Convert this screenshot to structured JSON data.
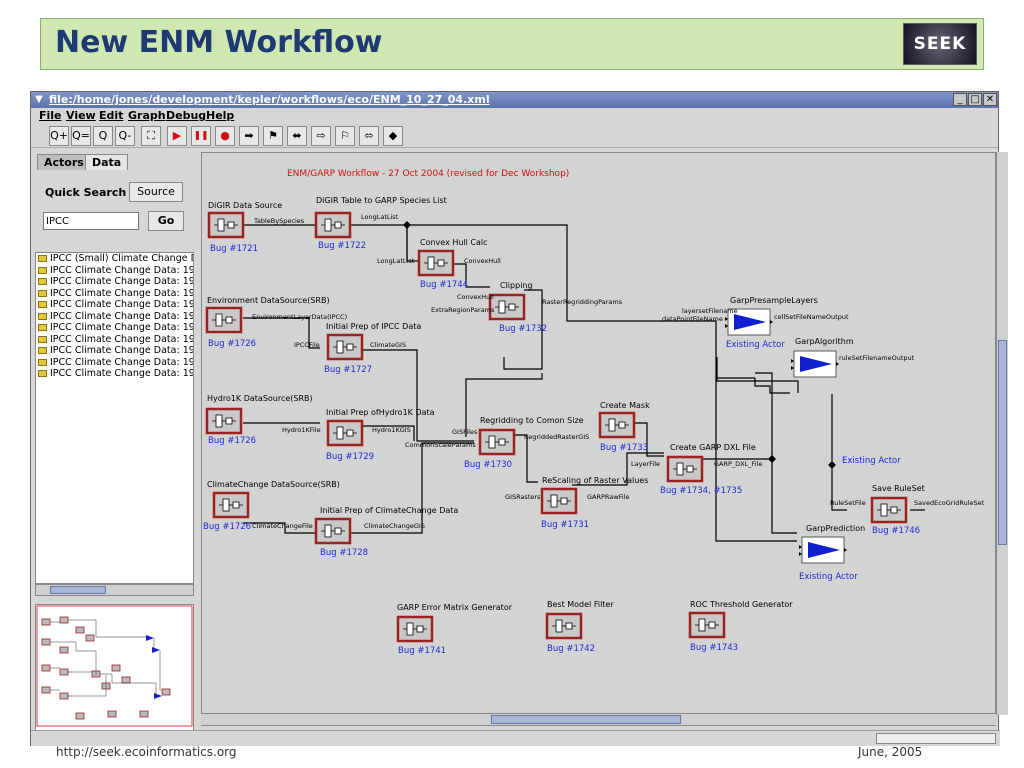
{
  "slide": {
    "title": "New ENM Workflow",
    "logo_text": "SEEK",
    "footer_url": "http://seek.ecoinformatics.org",
    "footer_date": "June, 2005"
  },
  "window": {
    "title": "file:/home/jones/development/kepler/workflows/eco/ENM_10_27_04.xml",
    "controls": [
      "_",
      "□",
      "✕"
    ]
  },
  "menu": [
    "File",
    "View",
    "Edit",
    "Graph",
    "Debug",
    "Help"
  ],
  "toolbar": [
    {
      "icon": "zoom-in-icon",
      "glyph": "Q+"
    },
    {
      "icon": "zoom-reset-icon",
      "glyph": "Q="
    },
    {
      "icon": "zoom-fit-icon",
      "glyph": "Q"
    },
    {
      "icon": "zoom-out-icon",
      "glyph": "Q-"
    },
    {
      "icon": "fullscreen-icon",
      "glyph": "⛶"
    },
    {
      "icon": "run-icon",
      "glyph": "▶"
    },
    {
      "icon": "pause-icon",
      "glyph": "❚❚"
    },
    {
      "icon": "stop-icon",
      "glyph": "●"
    },
    {
      "icon": "arrow-right-icon",
      "glyph": "➡"
    },
    {
      "icon": "flag-icon",
      "glyph": "⚑"
    },
    {
      "icon": "double-arrow-icon",
      "glyph": "⬌"
    },
    {
      "icon": "arrow-outline-right-icon",
      "glyph": "⇨"
    },
    {
      "icon": "flag-outline-icon",
      "glyph": "⚐"
    },
    {
      "icon": "arrow-outline-both-icon",
      "glyph": "⬄"
    },
    {
      "icon": "diamond-icon",
      "glyph": "◆"
    }
  ],
  "left_panel": {
    "tabs": [
      "Actors",
      "Data"
    ],
    "quick_search_label": "Quick Search",
    "source_button": "Source",
    "search_value": "IPCC",
    "go_button": "Go",
    "results": [
      "IPCC (Small) Climate Change Data",
      "IPCC Climate Change Data: 19",
      "IPCC Climate Change Data: 19",
      "IPCC Climate Change Data: 19",
      "IPCC Climate Change Data: 19",
      "IPCC Climate Change Data: 19",
      "IPCC Climate Change Data: 19",
      "IPCC Climate Change Data: 19",
      "IPCC Climate Change Data: 19",
      "IPCC Climate Change Data: 19",
      "IPCC Climate Change Data: 19"
    ]
  },
  "canvas": {
    "heading": "ENM/GARP Workflow - 27 Oct 2004 (revised for Dec Workshop)",
    "actors": [
      {
        "id": "digir",
        "name": "DiGIR Data Source",
        "bug": "Bug #1721"
      },
      {
        "id": "digir-table",
        "name": "DiGIR Table to GARP Species List",
        "bug": "Bug #1722"
      },
      {
        "id": "convex-hull",
        "name": "Convex Hull Calc",
        "bug": "Bug #1744"
      },
      {
        "id": "clipping",
        "name": "Clipping",
        "bug": "Bug #1732"
      },
      {
        "id": "env-source",
        "name": "Environment DataSource(SRB)",
        "bug": "Bug #1726"
      },
      {
        "id": "ipcc-prep",
        "name": "Initial Prep of IPCC Data",
        "bug": "Bug #1727"
      },
      {
        "id": "hydro-source",
        "name": "Hydro1K DataSource(SRB)",
        "bug": "Bug #1726"
      },
      {
        "id": "hydro-prep",
        "name": "Initial Prep ofHydro1K Data",
        "bug": "Bug #1729"
      },
      {
        "id": "cc-source",
        "name": "ClimateChange DataSource(SRB)",
        "bug": "Bug #1726"
      },
      {
        "id": "cc-prep",
        "name": "Initial Prep of ClimateChange Data",
        "bug": "Bug #1728"
      },
      {
        "id": "regridding",
        "name": "Regridding to Comon Size",
        "bug": "Bug #1730"
      },
      {
        "id": "rescaling",
        "name": "ReScaling of Raster Values",
        "bug": "Bug #1731"
      },
      {
        "id": "create-mask",
        "name": "Create Mask",
        "bug": "Bug #1733"
      },
      {
        "id": "create-dxl",
        "name": "Create GARP DXL File",
        "bug": "Bug #1734, #1735"
      },
      {
        "id": "save-ruleset",
        "name": "Save RuleSet",
        "bug": "Bug #1746"
      },
      {
        "id": "error-matrix",
        "name": "GARP Error Matrix Generator",
        "bug": "Bug #1741"
      },
      {
        "id": "best-model",
        "name": "Best Model Filter",
        "bug": "Bug #1742"
      },
      {
        "id": "roc",
        "name": "ROC Threshold Generator",
        "bug": "Bug #1743"
      }
    ],
    "existing_actors": [
      {
        "id": "presample",
        "name": "GarpPresampleLayers",
        "note": "Existing Actor"
      },
      {
        "id": "algorithm",
        "name": "GarpAlgorithm",
        "note": "Existing Actor"
      },
      {
        "id": "prediction",
        "name": "GarpPrediction",
        "note": "Existing Actor"
      }
    ],
    "ports": {
      "table_by_species": "TableBySpecies",
      "long_lat_list_out": "LongLatList",
      "long_lat_list_in": "LongLatList",
      "convex_hull": "ConvexHull",
      "convex_hull_in": "ConvexHull",
      "extra_region_params": "ExtraRegionParams",
      "raster_regridding_params": "RasterRegriddingParams",
      "env_layer_data": "EnvironmentLayerData(IPCC)",
      "ipcc_file": "IPCCFile",
      "climate_gis": "ClimateGIS",
      "hydro1k_file": "Hydro1KFile",
      "hydro1k_gis": "Hydro1KGIS",
      "climate_change_file": "ClimateChangeFile",
      "climate_change_gis": "ClimateChangeGIS",
      "gis_files": "GISFiles",
      "common_scale_params": "CommonScaleParams",
      "regridded_raster_gis": "RegriddedRasterGIS",
      "gis_rasters": "GISRasters",
      "garp_raw_file": "GARPRawFile",
      "layer_file": "LayerFile",
      "garp_dxl_file": "GARP_DXL_File",
      "layerset_filename": "layersetFilename",
      "data_point_filename": "dataPointFileName",
      "cell_set_filename_output": "cellSetFileNameOutput",
      "rule_set_filename_output": "ruleSetFilenameOutput",
      "rule_set_file": "RuleSetFile",
      "saved_eco_grid_rule_set": "SavedEcoGridRuleSet"
    }
  },
  "colors": {
    "title_bg": "#cfe8b2",
    "title_text": "#1f3a73",
    "actor_border": "#9b2222",
    "bug_link": "#1c2ad0",
    "heading_red": "#d01010",
    "garp_triangle": "#1020d0"
  }
}
